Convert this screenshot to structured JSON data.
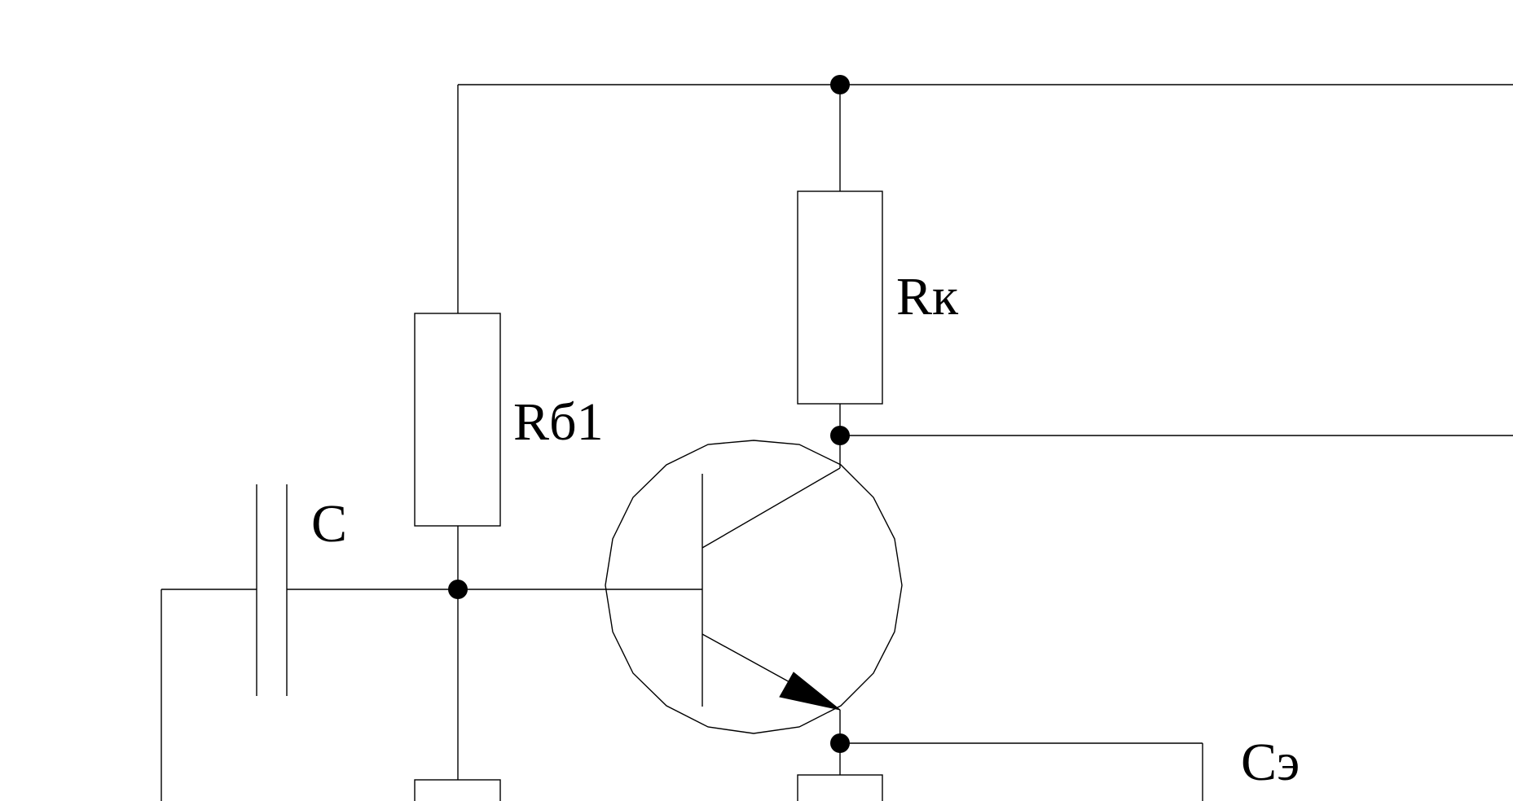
{
  "labels": {
    "r_collector": "Rк",
    "r_base_1": "Rб1",
    "c_input": "C",
    "c_emitter": "Cэ"
  },
  "colors": {
    "background": "#ffffff",
    "line": "#000000"
  }
}
